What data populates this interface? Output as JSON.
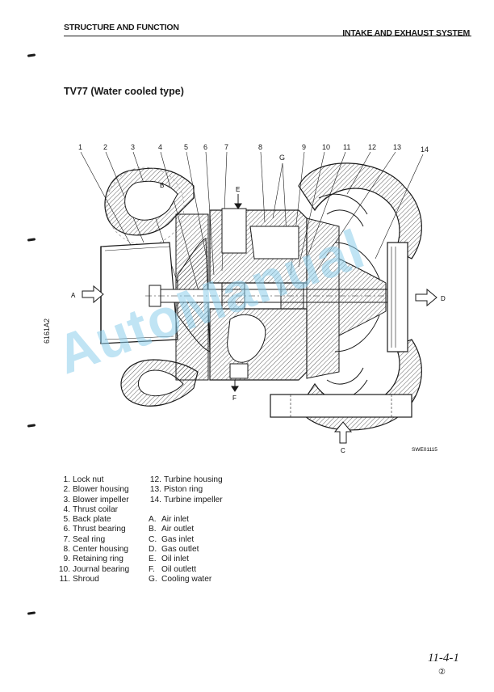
{
  "header": {
    "left": "STRUCTURE AND FUNCTION",
    "right": "INTAKE AND EXHAUST SYSTEM"
  },
  "title": "TV77 (Water cooled type)",
  "side_code": "6161A2",
  "diagram": {
    "callouts": [
      "1",
      "2",
      "3",
      "4",
      "5",
      "6",
      "7",
      "8",
      "G",
      "9",
      "10",
      "11",
      "12",
      "13",
      "14"
    ],
    "labels": {
      "a": "A",
      "b": "B",
      "c": "C",
      "d": "D",
      "e": "E",
      "f": "F"
    },
    "figure_code": "SWE01115"
  },
  "legend": {
    "parts": [
      {
        "num": "1.",
        "label": "Lock nut"
      },
      {
        "num": "2.",
        "label": "Blower housing"
      },
      {
        "num": "3.",
        "label": "Blower impeller"
      },
      {
        "num": "4.",
        "label": "Thrust coilar"
      },
      {
        "num": "5.",
        "label": "Back plate"
      },
      {
        "num": "6.",
        "label": "Thrust bearing"
      },
      {
        "num": "7.",
        "label": "Seal ring"
      },
      {
        "num": "8.",
        "label": "Center housing"
      },
      {
        "num": "9.",
        "label": "Retaining ring"
      },
      {
        "num": "10.",
        "label": "Journal bearing"
      },
      {
        "num": "11.",
        "label": "Shroud"
      }
    ],
    "parts2": [
      {
        "num": "12.",
        "label": "Turbine housing"
      },
      {
        "num": "13.",
        "label": "Piston ring"
      },
      {
        "num": "14.",
        "label": "Turbine impeller"
      }
    ],
    "letters": [
      {
        "key": "A.",
        "label": "Air inlet"
      },
      {
        "key": "B.",
        "label": "Air outlet"
      },
      {
        "key": "C.",
        "label": "Gas inlet"
      },
      {
        "key": "D.",
        "label": "Gas outlet"
      },
      {
        "key": "E.",
        "label": "Oil inlet"
      },
      {
        "key": "F.",
        "label": "Oil outlett"
      },
      {
        "key": "G.",
        "label": "Cooling water"
      }
    ]
  },
  "watermark": "AutoManual",
  "page": {
    "number": "11-4-1",
    "sub": "②"
  }
}
